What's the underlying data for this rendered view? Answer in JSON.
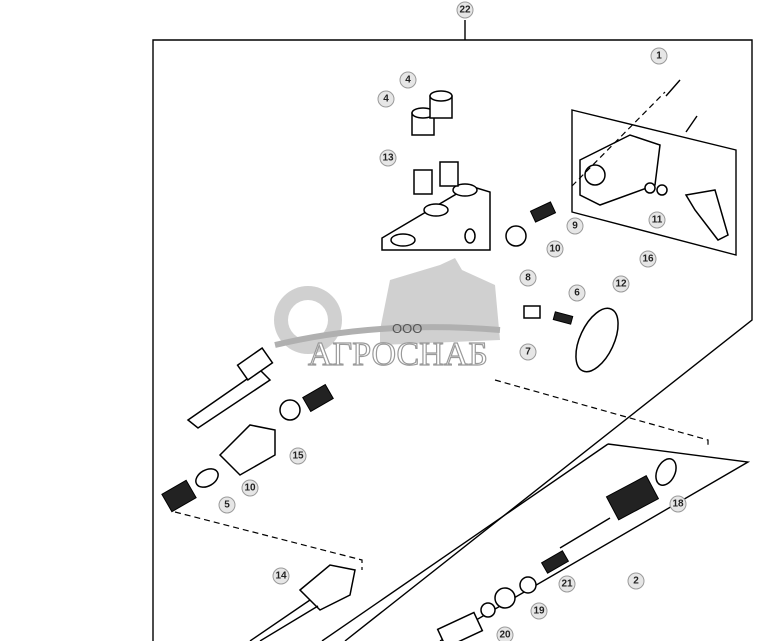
{
  "diagram": {
    "callouts": [
      "22",
      "1",
      "4",
      "4",
      "13",
      "11",
      "9",
      "10",
      "16",
      "8",
      "6",
      "12",
      "7",
      "15",
      "10",
      "5",
      "18",
      "14",
      "2",
      "21",
      "19",
      "20"
    ]
  },
  "watermark": {
    "prefix": "ООО",
    "brand": "АГРОСНАБ"
  }
}
